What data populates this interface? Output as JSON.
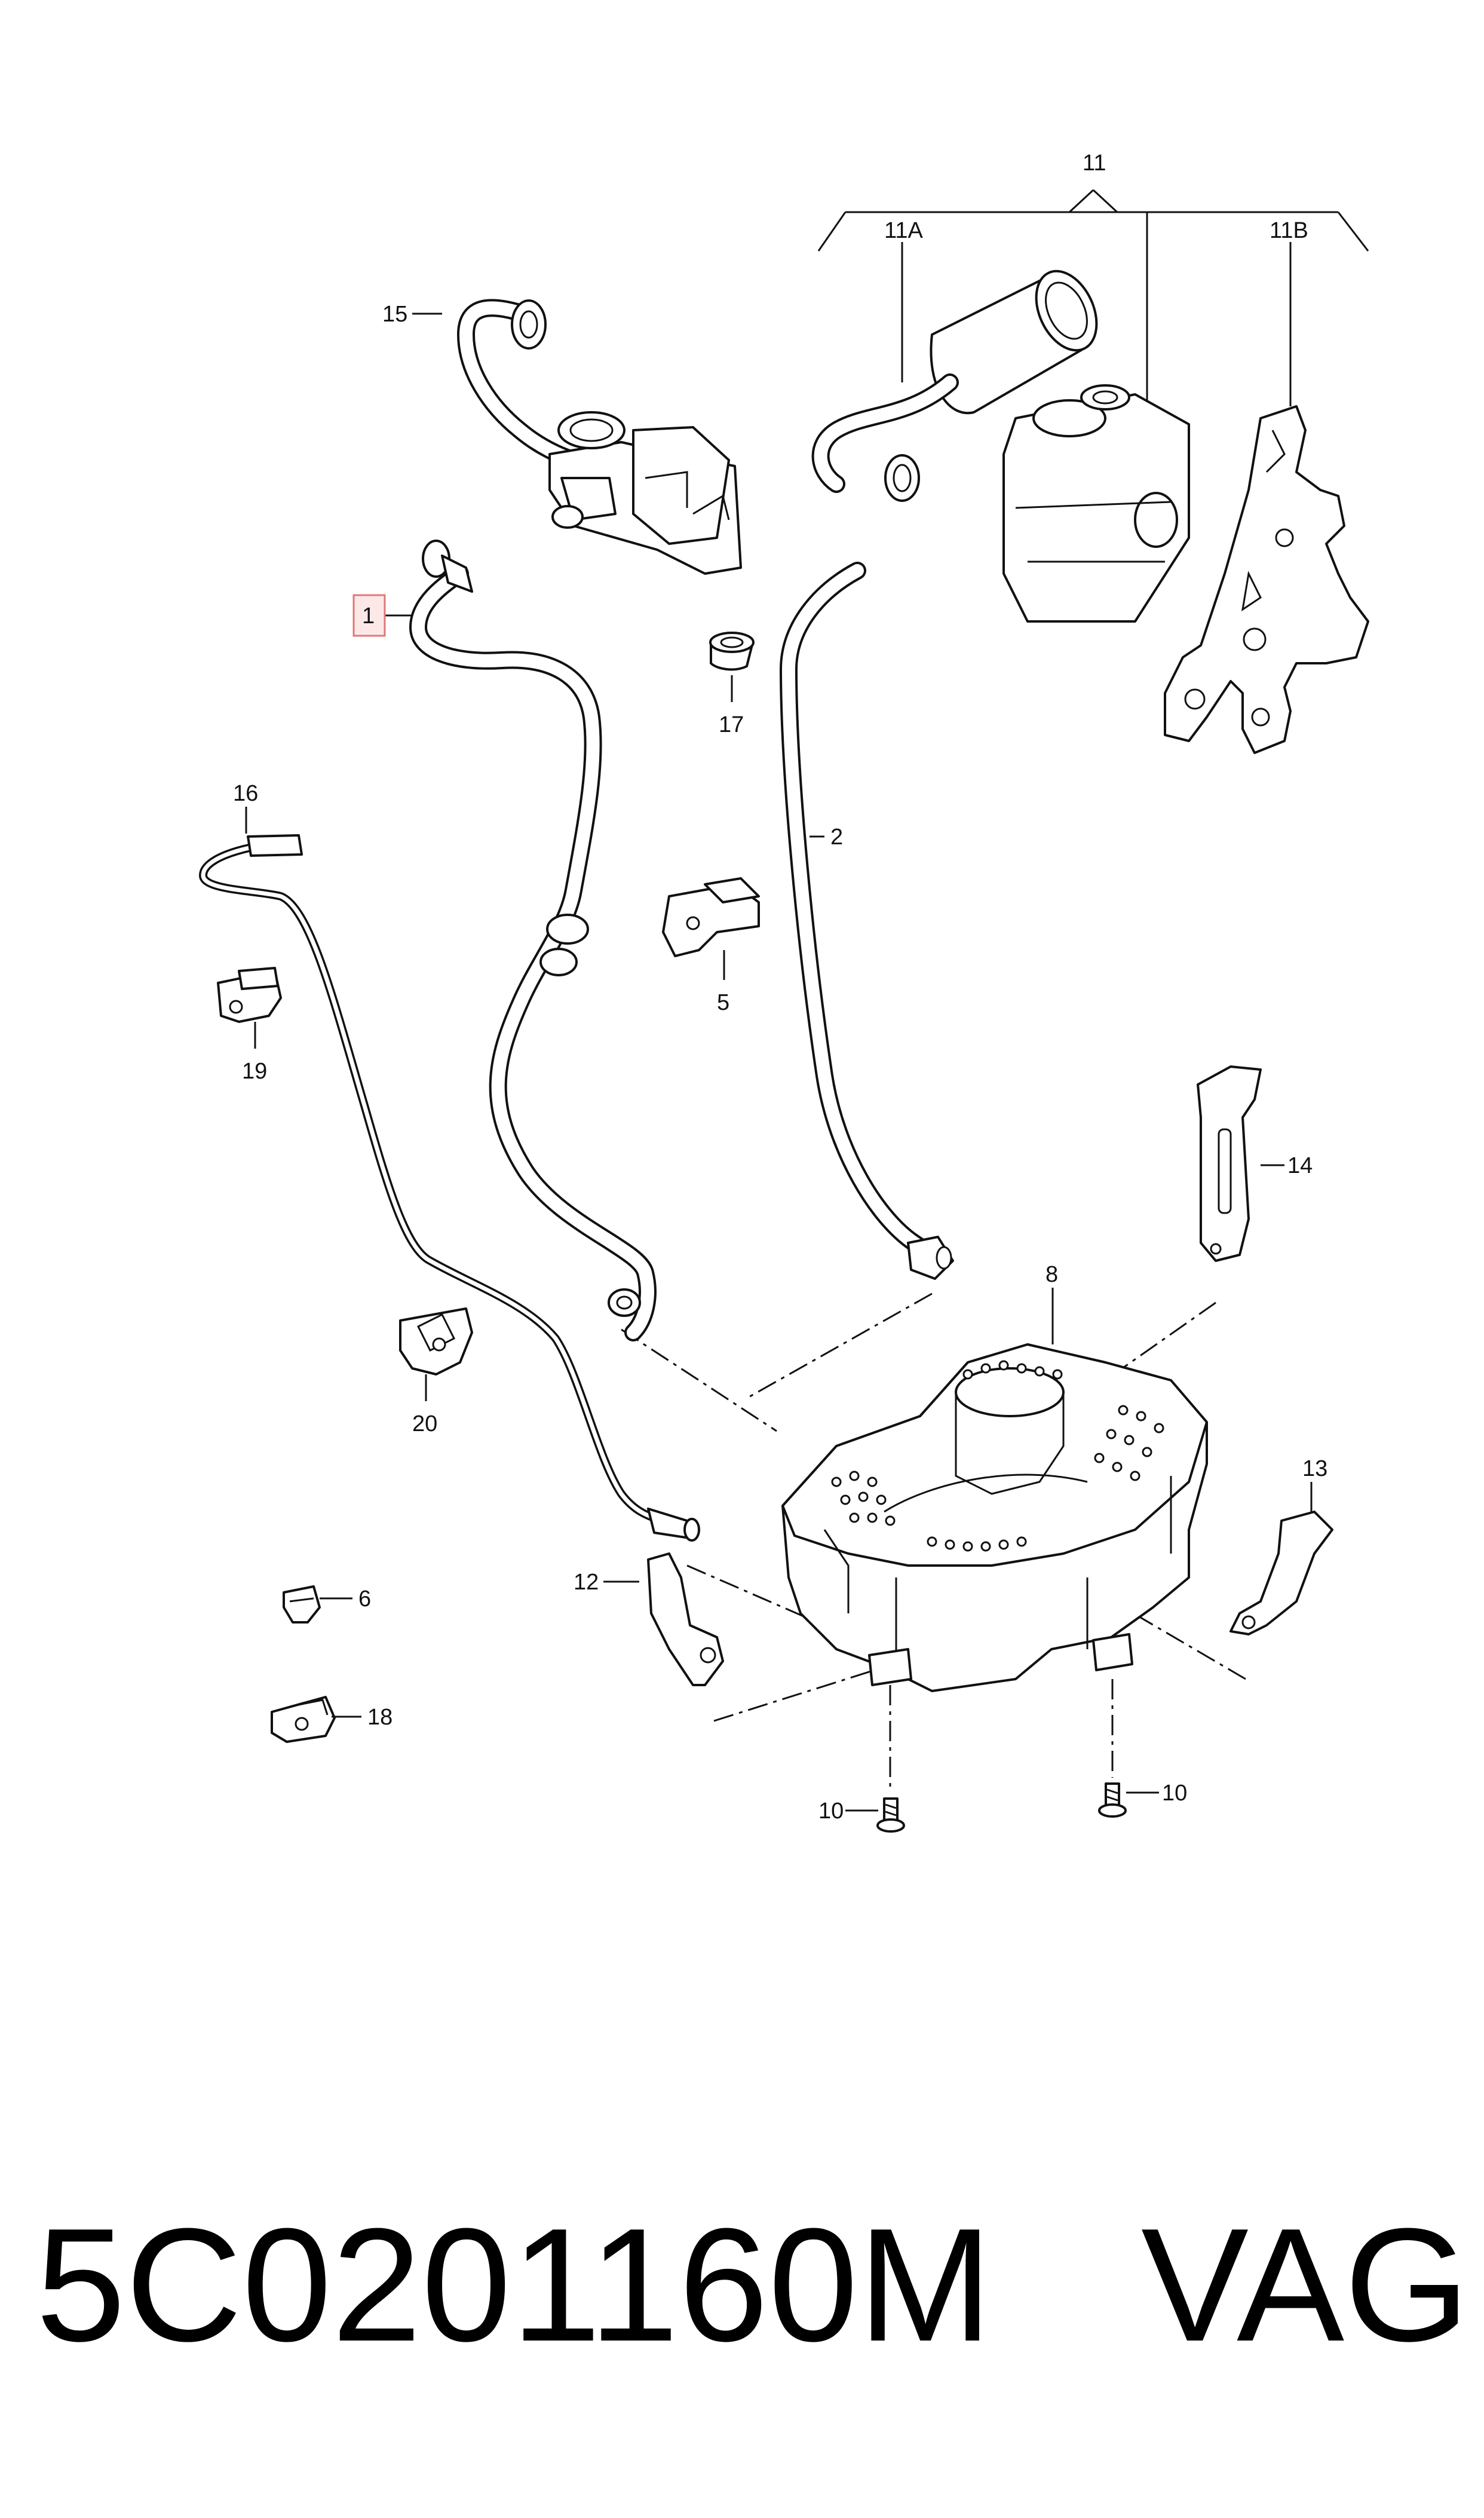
{
  "labels": {
    "p1": "1",
    "p2": "2",
    "p5": "5",
    "p6": "6",
    "p8": "8",
    "p10a": "10",
    "p10b": "10",
    "p11": "11",
    "p11a": "11A",
    "p11b": "11B",
    "p12": "12",
    "p13": "13",
    "p14": "14",
    "p15": "15",
    "p16": "16",
    "p17": "17",
    "p18": "18",
    "p19": "19",
    "p20": "20"
  },
  "highlight_color": "#e0787a",
  "footer": {
    "part_number": "5C0201160M",
    "brand": "VAG"
  }
}
